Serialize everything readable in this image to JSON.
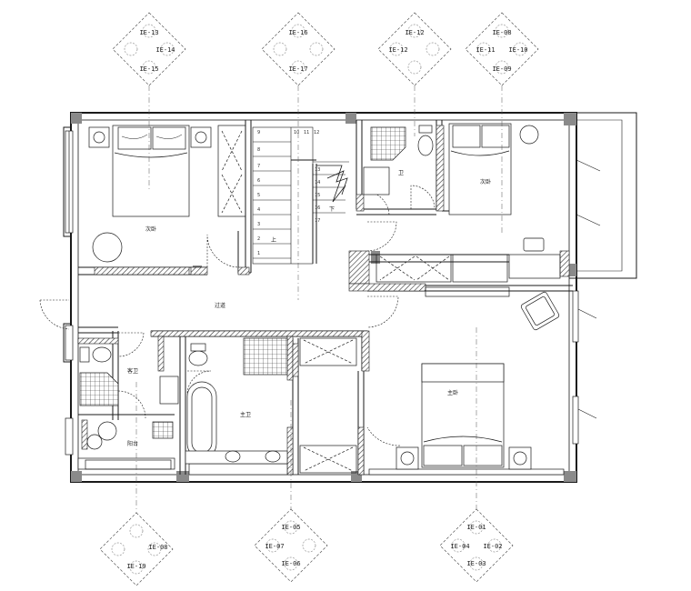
{
  "markers": {
    "top_1": [
      "IE-13",
      "IE-14",
      "IE-15"
    ],
    "top_2": [
      "IE-16",
      "IE-17"
    ],
    "top_3": [
      "IE-12",
      "IE-12"
    ],
    "top_4": [
      "IE-08",
      "IE-11",
      "IE-10",
      "IE-09"
    ],
    "bottom_1": [
      "IE-08",
      "IE-19"
    ],
    "bottom_2": [
      "IE-05",
      "IE-07",
      "IE-06"
    ],
    "bottom_3": [
      "IE-01",
      "IE-04",
      "IE-02",
      "IE-03"
    ]
  },
  "rooms": {
    "bedroom_nw": "次卧",
    "bedroom_ne": "次卧",
    "bath_n": "卫",
    "corridor": "过道",
    "bath_w": "客卫",
    "balcony": "阳台",
    "bath_main": "主卫",
    "master_bedroom": "主卧",
    "stair_up": "上",
    "stair_down": "下"
  },
  "stairs": {
    "left": [
      "9",
      "8",
      "7",
      "6",
      "5",
      "4",
      "3",
      "2",
      "1"
    ],
    "top": [
      "10",
      "11",
      "12"
    ],
    "right": [
      "13",
      "14",
      "15",
      "16",
      "17"
    ]
  },
  "colors": {
    "line": "#1a1a1a",
    "hatch": "#333333",
    "marker": "#555555"
  }
}
